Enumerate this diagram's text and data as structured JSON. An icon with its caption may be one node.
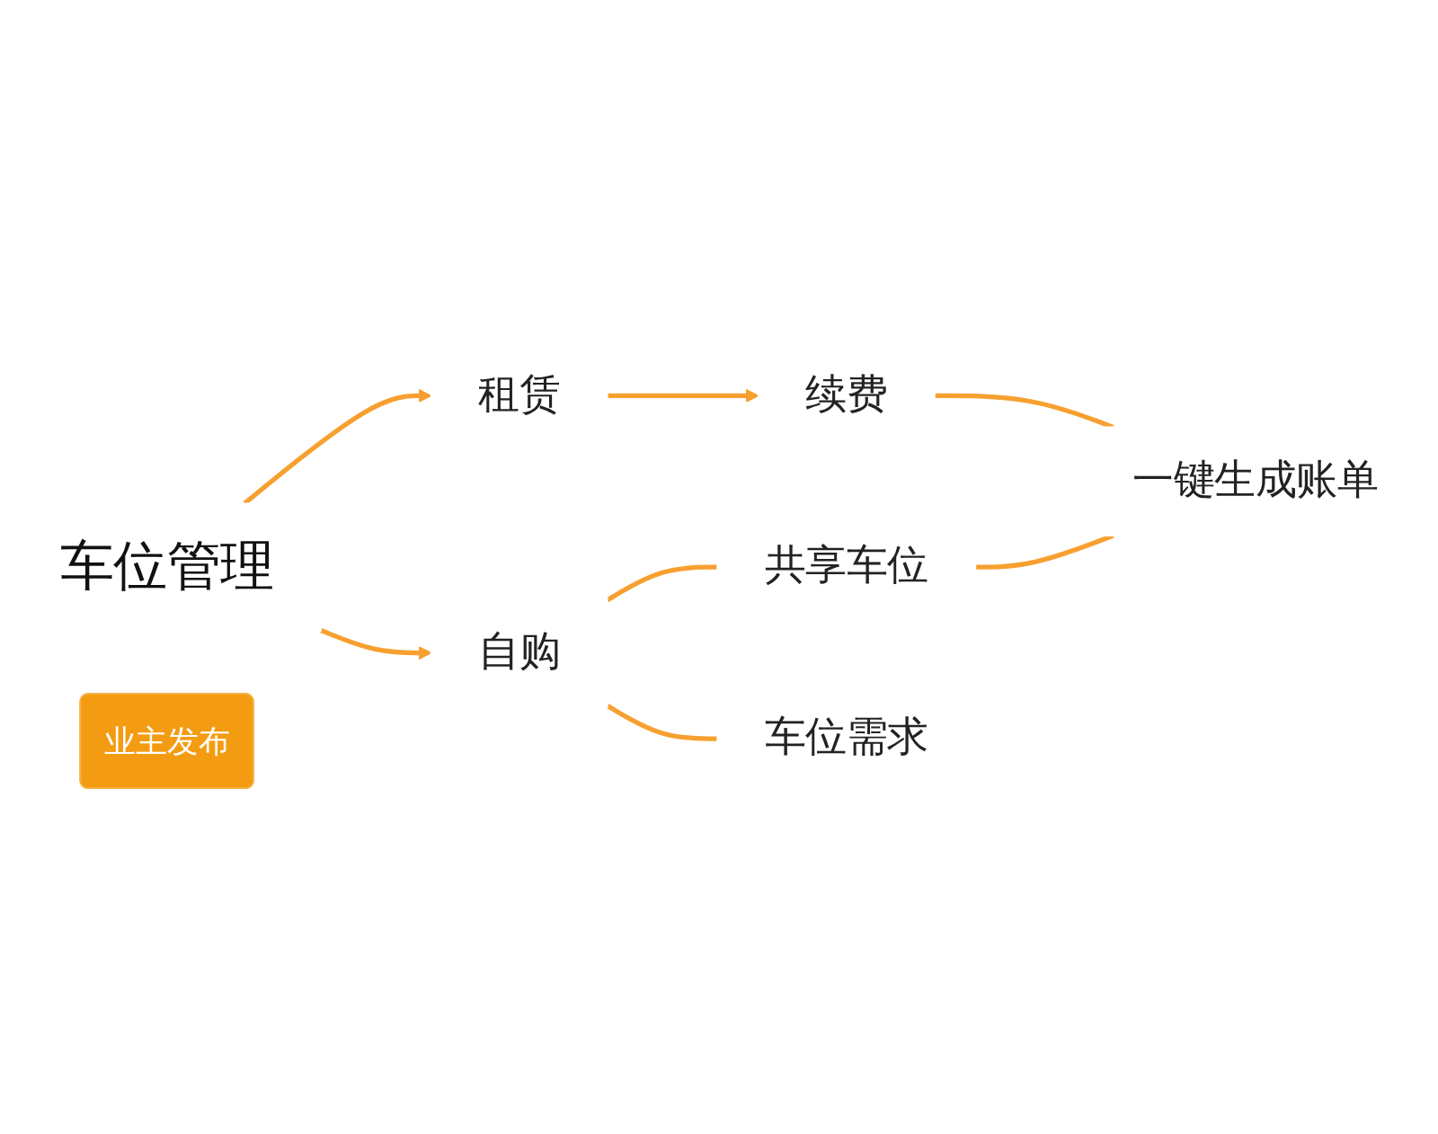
{
  "diagram": {
    "nodes": [
      {
        "text": [
          "车位管理"
        ]
      },
      {
        "text": [
          "租赁"
        ]
      },
      {
        "text": [
          "续费"
        ]
      },
      {
        "text": [
          "自购"
        ]
      },
      {
        "text": [
          "业主发布"
        ]
      },
      {
        "text": [
          "共享车位"
        ]
      },
      {
        "text": [
          "车位需求"
        ]
      },
      {
        "text": [
          "一键生成账单"
        ]
      }
    ],
    "edges": [
      {
        "from": 0,
        "to": 1,
        "arrow": "to"
      },
      {
        "from": 0,
        "to": 3,
        "arrow": "to"
      },
      {
        "from": 1,
        "to": 2,
        "arrow": "to"
      },
      {
        "from": 3,
        "to": 5,
        "arrow": "none"
      },
      {
        "from": 3,
        "to": 6,
        "arrow": "none"
      },
      {
        "from": 2,
        "to": 7,
        "arrow": "none"
      },
      {
        "from": 5,
        "to": 7,
        "arrow": "none"
      }
    ]
  }
}
